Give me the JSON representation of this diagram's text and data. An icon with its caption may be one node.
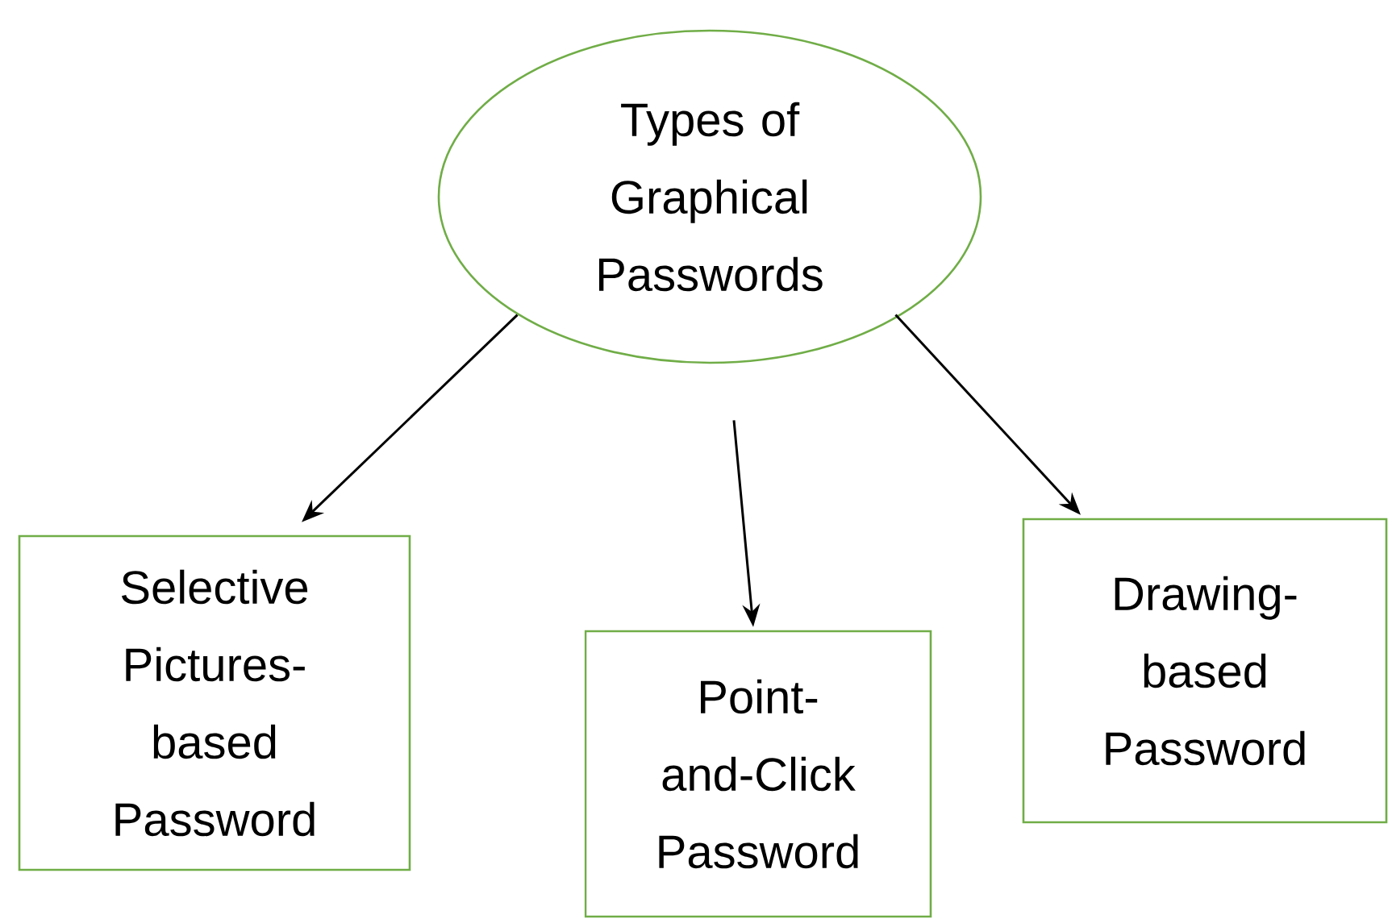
{
  "diagram": {
    "nodes": [
      {
        "text": [
          "Types of Graphical Passwords"
        ]
      },
      {
        "text": [
          "Selective Pictures-based Password"
        ]
      },
      {
        "text": [
          "Point-and-Click Password"
        ]
      },
      {
        "text": [
          "Drawing-based Password"
        ]
      }
    ],
    "edges": [
      {
        "from": 0,
        "to": 1,
        "arrow": "to"
      },
      {
        "from": 0,
        "to": 2,
        "arrow": "to"
      },
      {
        "from": 0,
        "to": 3,
        "arrow": "to"
      }
    ]
  }
}
